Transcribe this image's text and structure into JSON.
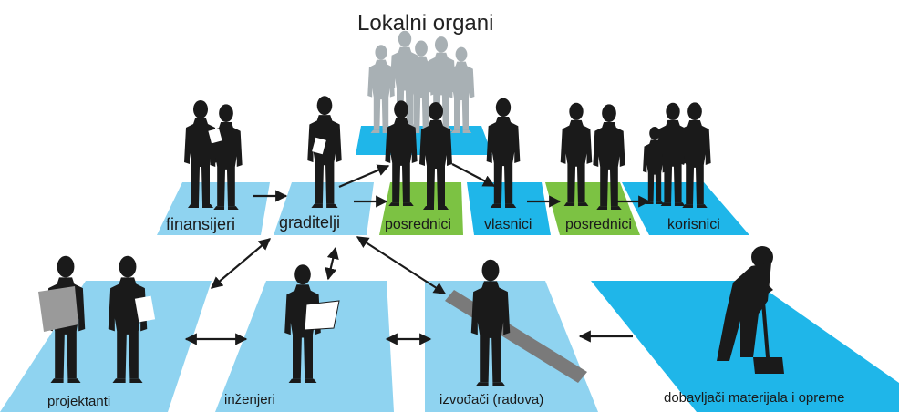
{
  "title": "Lokalni organi",
  "labels": {
    "finansijeri": "finansijeri",
    "graditelji": "graditelji",
    "posrednici_1": "posrednici",
    "vlasnici": "vlasnici",
    "posrednici_2": "posrednici",
    "korisnici": "korisnici",
    "projektanti": "projektanti",
    "inzenjeri": "inženjeri",
    "izvodjaci": "izvođači (radova)",
    "dobavljaci": "dobavljači materijala i opreme"
  },
  "colors": {
    "light_blue": "#8fd3f0",
    "cyan": "#1fb6e9",
    "green": "#7cc243",
    "silhouette": "#1a1a1a",
    "gray_silhouette": "#a8b0b4",
    "bag": "#9a9a9a",
    "beam": "#7a7a7a"
  },
  "icons": [
    "people-silhouette-icon",
    "arrow-icon"
  ]
}
